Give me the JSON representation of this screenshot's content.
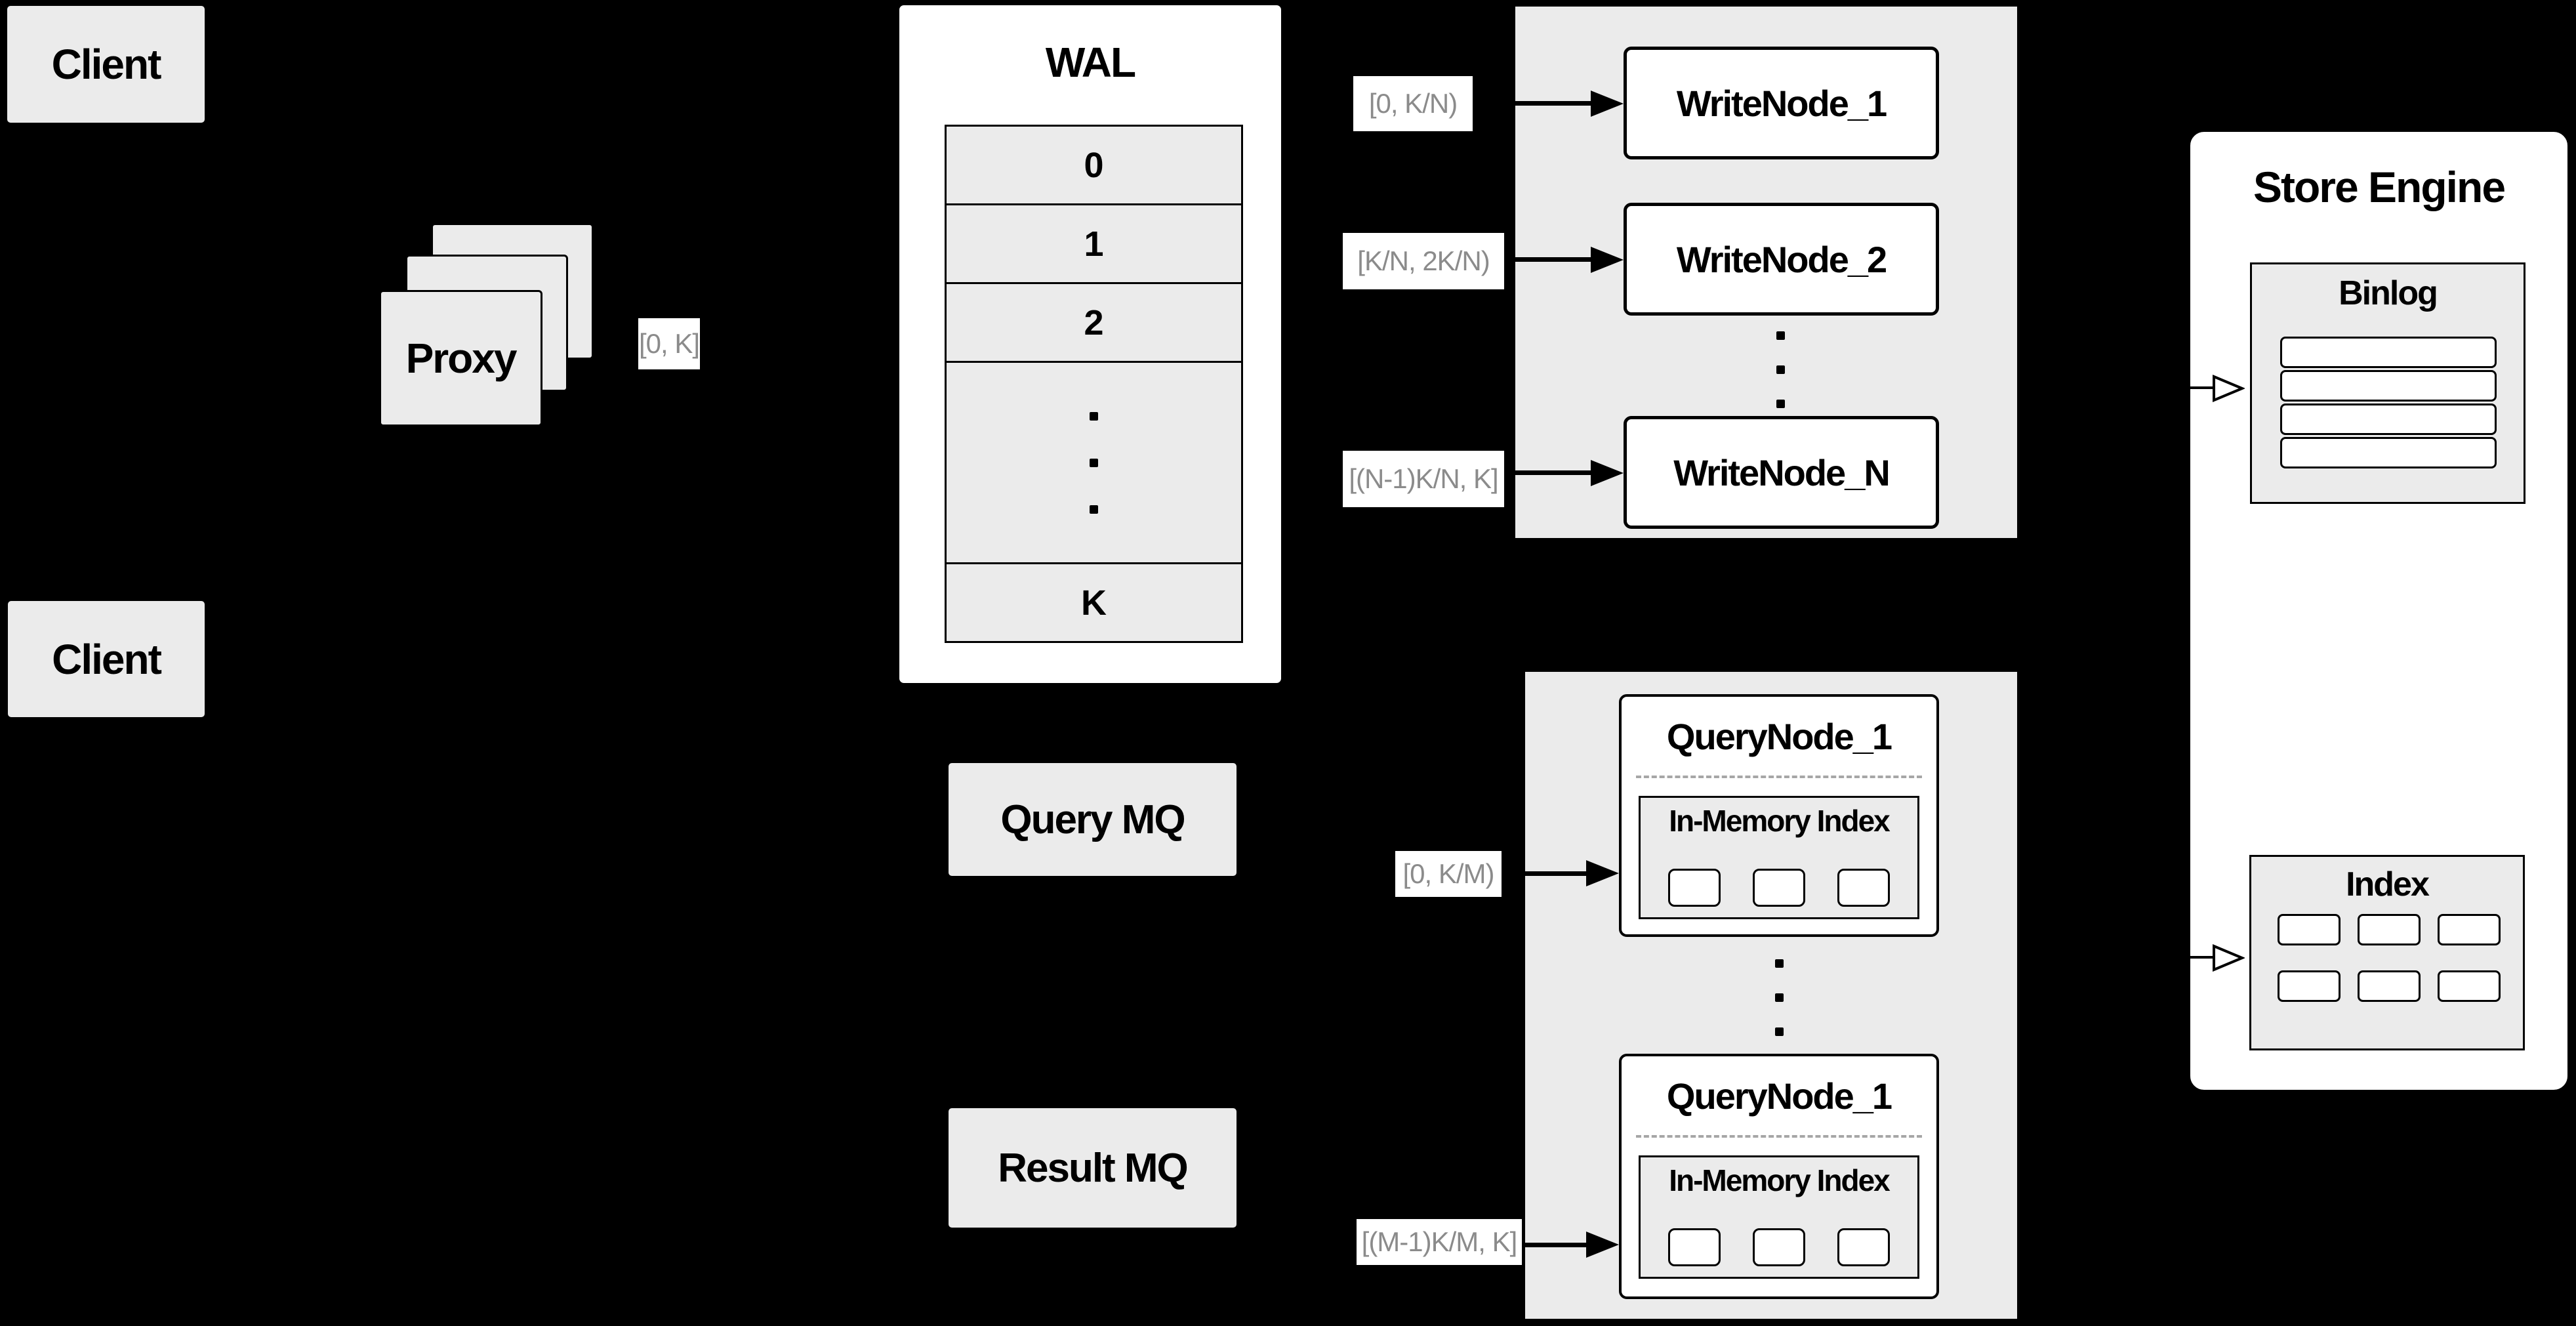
{
  "colors": {
    "background": "#000000",
    "surface_gray": "#ebebeb",
    "surface_white": "#ffffff",
    "line_black": "#000000",
    "range_text_gray": "#8b8b8b",
    "dashed_separator_gray": "#a6a6a6"
  },
  "clients": {
    "top": "Client",
    "bottom": "Client"
  },
  "proxy": {
    "label": "Proxy",
    "range": "[0, K]"
  },
  "wal": {
    "title": "WAL",
    "segments": [
      "0",
      "1",
      "2"
    ],
    "last_segment": "K"
  },
  "write_group": {
    "items": [
      {
        "range": "[0, K/N)",
        "name": "WriteNode_1"
      },
      {
        "range": "[K/N, 2K/N)",
        "name": "WriteNode_2"
      },
      {
        "range": "[(N-1)K/N, K]",
        "name": "WriteNode_N"
      }
    ]
  },
  "store_engine": {
    "title": "Store Engine",
    "binlog_title": "Binlog",
    "index_title": "Index"
  },
  "query_mq": {
    "label": "Query MQ"
  },
  "result_mq": {
    "label": "Result MQ"
  },
  "query_group": {
    "items": [
      {
        "range": "[0, K/M)",
        "name": "QueryNode_1",
        "inner_title": "In-Memory Index"
      },
      {
        "range": "[(M-1)K/M, K]",
        "name": "QueryNode_1",
        "inner_title": "In-Memory Index"
      }
    ]
  }
}
